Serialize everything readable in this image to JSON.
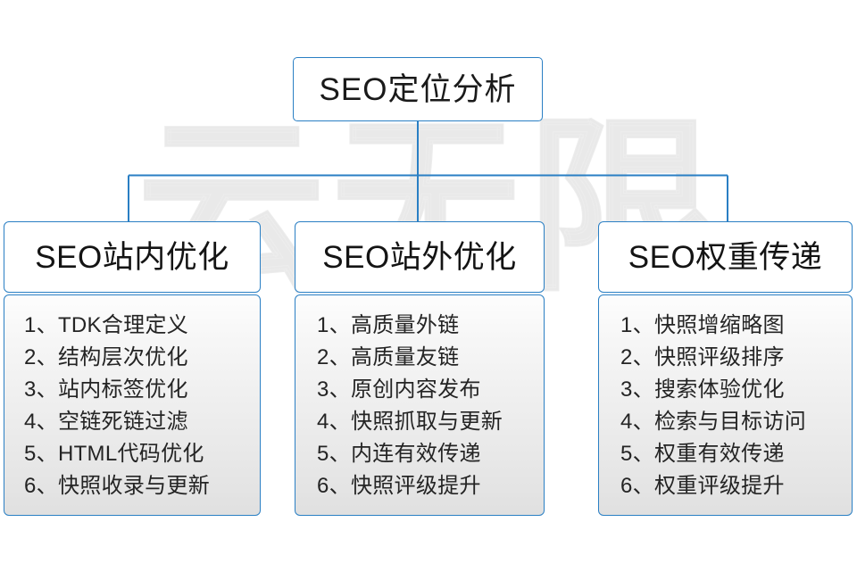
{
  "diagram": {
    "title": "SEO定位分析",
    "watermark_text": "云无限",
    "accent_color": "#2a7fc4",
    "root": {
      "label": "SEO定位分析"
    },
    "branches": [
      {
        "id": "on-site",
        "header": "SEO站内优化",
        "items": [
          "1、TDK合理定义",
          "2、结构层次优化",
          "3、站内标签优化",
          "4、空链死链过滤",
          "5、HTML代码优化",
          "6、快照收录与更新"
        ]
      },
      {
        "id": "off-site",
        "header": "SEO站外优化",
        "items": [
          "1、高质量外链",
          "2、高质量友链",
          "3、原创内容发布",
          "4、快照抓取与更新",
          "5、内连有效传递",
          "6、快照评级提升"
        ]
      },
      {
        "id": "weight-transfer",
        "header": "SEO权重传递",
        "items": [
          "1、快照增缩略图",
          "2、快照评级排序",
          "3、搜索体验优化",
          "4、检索与目标访问",
          "5、权重有效传递",
          "6、权重评级提升"
        ]
      }
    ]
  }
}
